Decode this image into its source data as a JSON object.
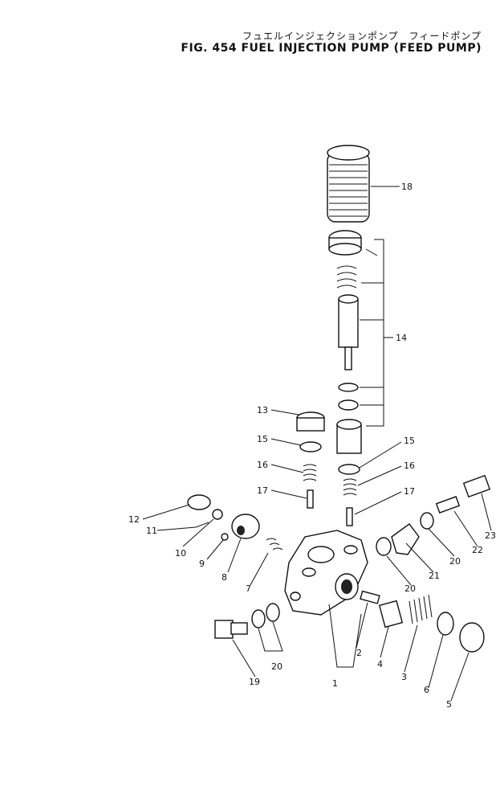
{
  "header": {
    "title_jp": "フュエルインジェクションポンプ　フィードポンプ",
    "title_en": "FIG. 454  FUEL INJECTION PUMP (FEED PUMP)"
  },
  "callouts": [
    "18",
    "14",
    "13",
    "15",
    "15",
    "16",
    "16",
    "17",
    "17",
    "12",
    "11",
    "10",
    "9",
    "8",
    "7",
    "23",
    "22",
    "20",
    "21",
    "20",
    "19",
    "20",
    "2",
    "1",
    "4",
    "3",
    "6",
    "5"
  ]
}
